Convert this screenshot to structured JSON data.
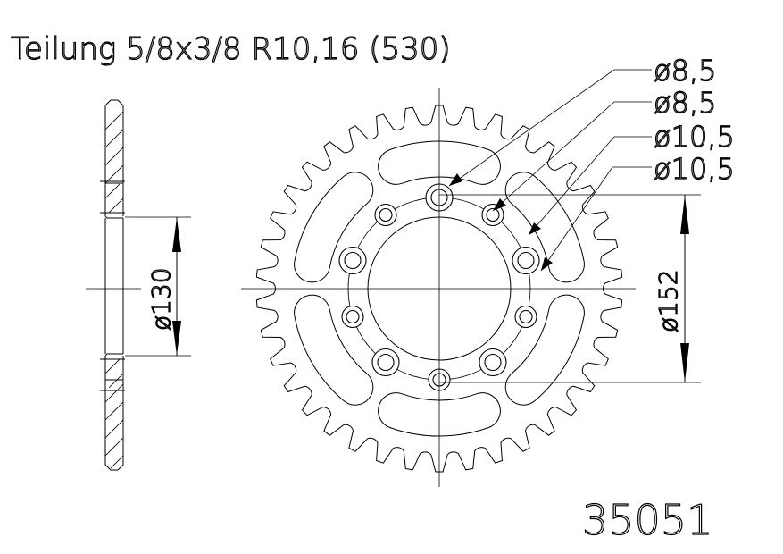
{
  "title": "Teilung 5/8x3/8 R10,16 (530)",
  "callouts": [
    "ø8,5",
    "ø8,5",
    "ø10,5",
    "ø10,5"
  ],
  "dimensions": {
    "side_view_diameter": "ø130",
    "front_view_diameter": "ø152"
  },
  "part_number": "35051",
  "sprocket": {
    "teeth_count": 38,
    "bolt_holes_count": 10,
    "lightening_slots_count": 6
  }
}
